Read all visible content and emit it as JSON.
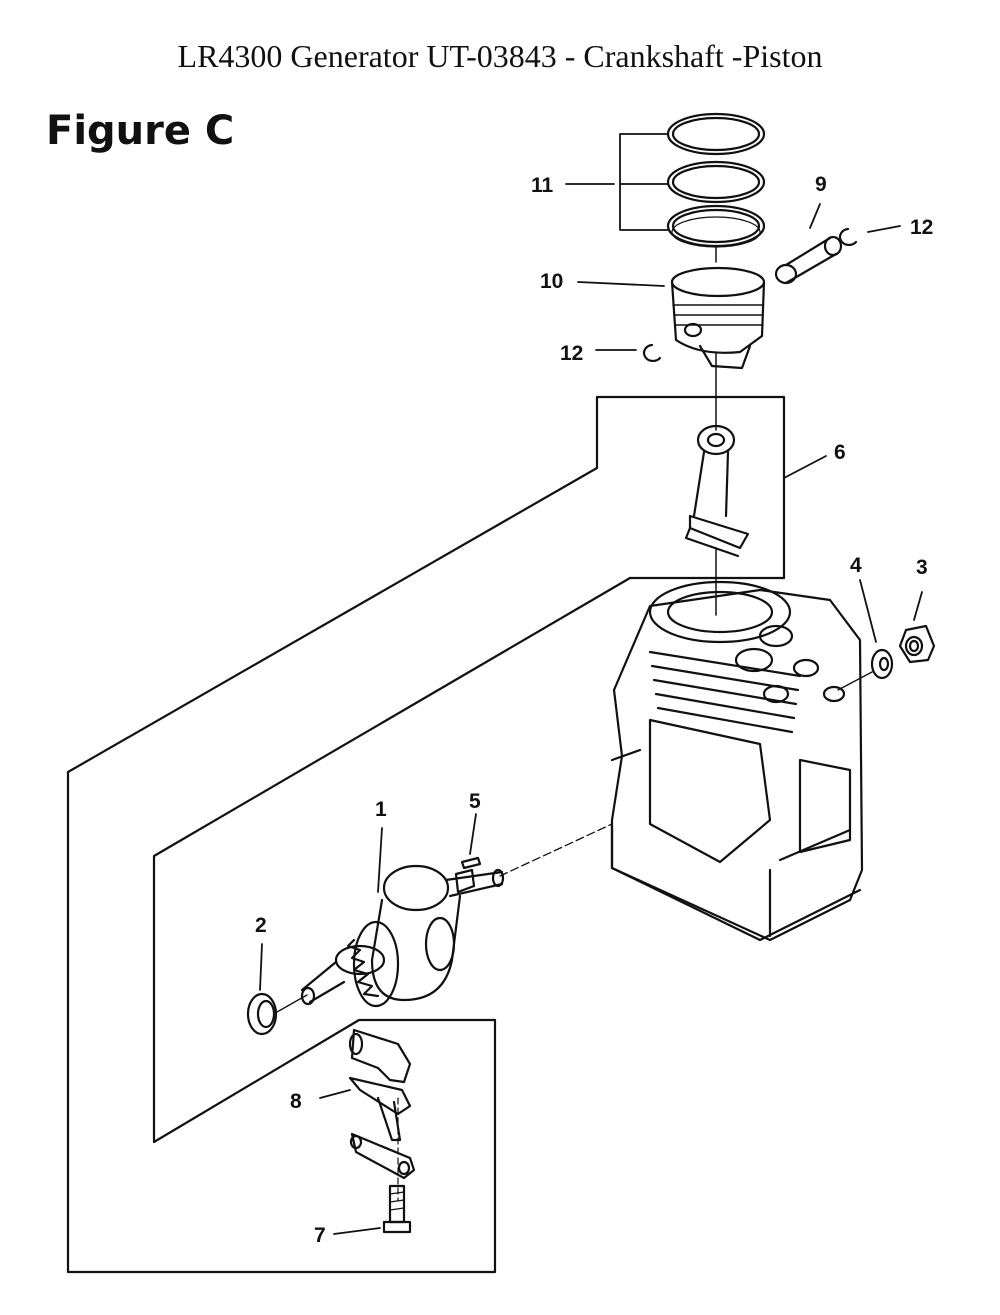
{
  "header": {
    "title": "LR4300 Generator UT-03843 - Crankshaft -Piston",
    "figure_label": "Figure C"
  },
  "callouts": {
    "c1": "1",
    "c2": "2",
    "c3": "3",
    "c4": "4",
    "c5": "5",
    "c6": "6",
    "c7": "7",
    "c8": "8",
    "c9": "9",
    "c10": "10",
    "c11": "11",
    "c12a": "12",
    "c12b": "12"
  }
}
